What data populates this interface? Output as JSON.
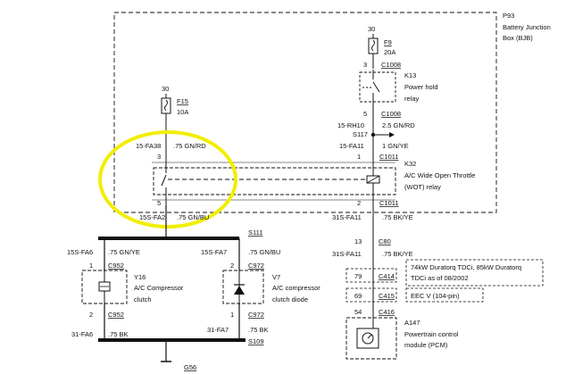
{
  "bjb": {
    "id": "P93",
    "name_line1": "Battery Junction",
    "name_line2": "Box (BJB)"
  },
  "f9": {
    "supply": "30",
    "id": "F9",
    "rating": "20A"
  },
  "k13": {
    "pin_top": "3",
    "connector_top": "C1008",
    "id": "K13",
    "name_line1": "Power hold",
    "name_line2": "relay",
    "pin_bottom": "5",
    "connector_bottom": "C1008"
  },
  "wire_rh10": {
    "id": "15-RH10",
    "spec": "2.5 GN/RD"
  },
  "splice_s117": "S117",
  "wire_fa11_top": {
    "id": "15-FA11",
    "spec": "1 GN/YE"
  },
  "f15": {
    "supply": "30",
    "id": "F15",
    "rating": "10A"
  },
  "wire_fa38": {
    "id": "15-FA38",
    "spec": ".75 GN/RD"
  },
  "k32": {
    "pin_3": "3",
    "pin_1": "1",
    "connector_top": "C1011",
    "id": "K32",
    "name_line1": "A/C Wide Open Throttle",
    "name_line2": "(WOT) relay",
    "pin_5": "5",
    "pin_2": "2",
    "connector_bottom": "C1011"
  },
  "wire_fa2": {
    "id": "15S-FA2",
    "spec": ".75 GN/BU"
  },
  "wire_fa11_bottom": {
    "id": "31S-FA11",
    "spec": ".75 BK/YE"
  },
  "splice_s111": "S111",
  "wire_fa6": {
    "id": "15S-FA6",
    "spec": ".75 GN/YE"
  },
  "wire_fa7": {
    "id": "15S-FA7",
    "spec": ".75 GN/BU"
  },
  "y16": {
    "pin_top": "1",
    "connector_top": "C952",
    "id": "Y16",
    "name_line1": "A/C Compressor",
    "name_line2": "clutch",
    "pin_bottom": "2",
    "connector_bottom": "C952"
  },
  "v7": {
    "pin_top": "2",
    "connector_top": "C972",
    "id": "V7",
    "name_line1": "A/C compressor",
    "name_line2": "clutch diode",
    "pin_bottom": "1",
    "connector_bottom": "C972"
  },
  "c80": {
    "pin_a": "13",
    "connector": "C80",
    "wire_id": "31S-FA11",
    "wire_spec": ".75 BK/YE"
  },
  "c414": {
    "pin": "79",
    "connector": "C414",
    "note_line1": "74kW Duratorq TDCi, 85kW Duratorq",
    "note_line2": "TDCi as of 08/2002"
  },
  "c415": {
    "pin": "69",
    "connector": "C415",
    "note": "EEC V (104-pin)"
  },
  "c416": {
    "pin": "54",
    "connector": "C416"
  },
  "a147": {
    "id": "A147",
    "name_line1": "Powertrain control",
    "name_line2": "module (PCM)"
  },
  "wire_fa6_gnd": {
    "id": "31-FA6",
    "spec": ".75 BK"
  },
  "wire_fa7_gnd": {
    "id": "31-FA7",
    "spec": ".75 BK"
  },
  "splice_s109": "S109",
  "ground_g56": "G56",
  "colors": {
    "highlight": "#f2ee00",
    "wire": "#111111"
  }
}
